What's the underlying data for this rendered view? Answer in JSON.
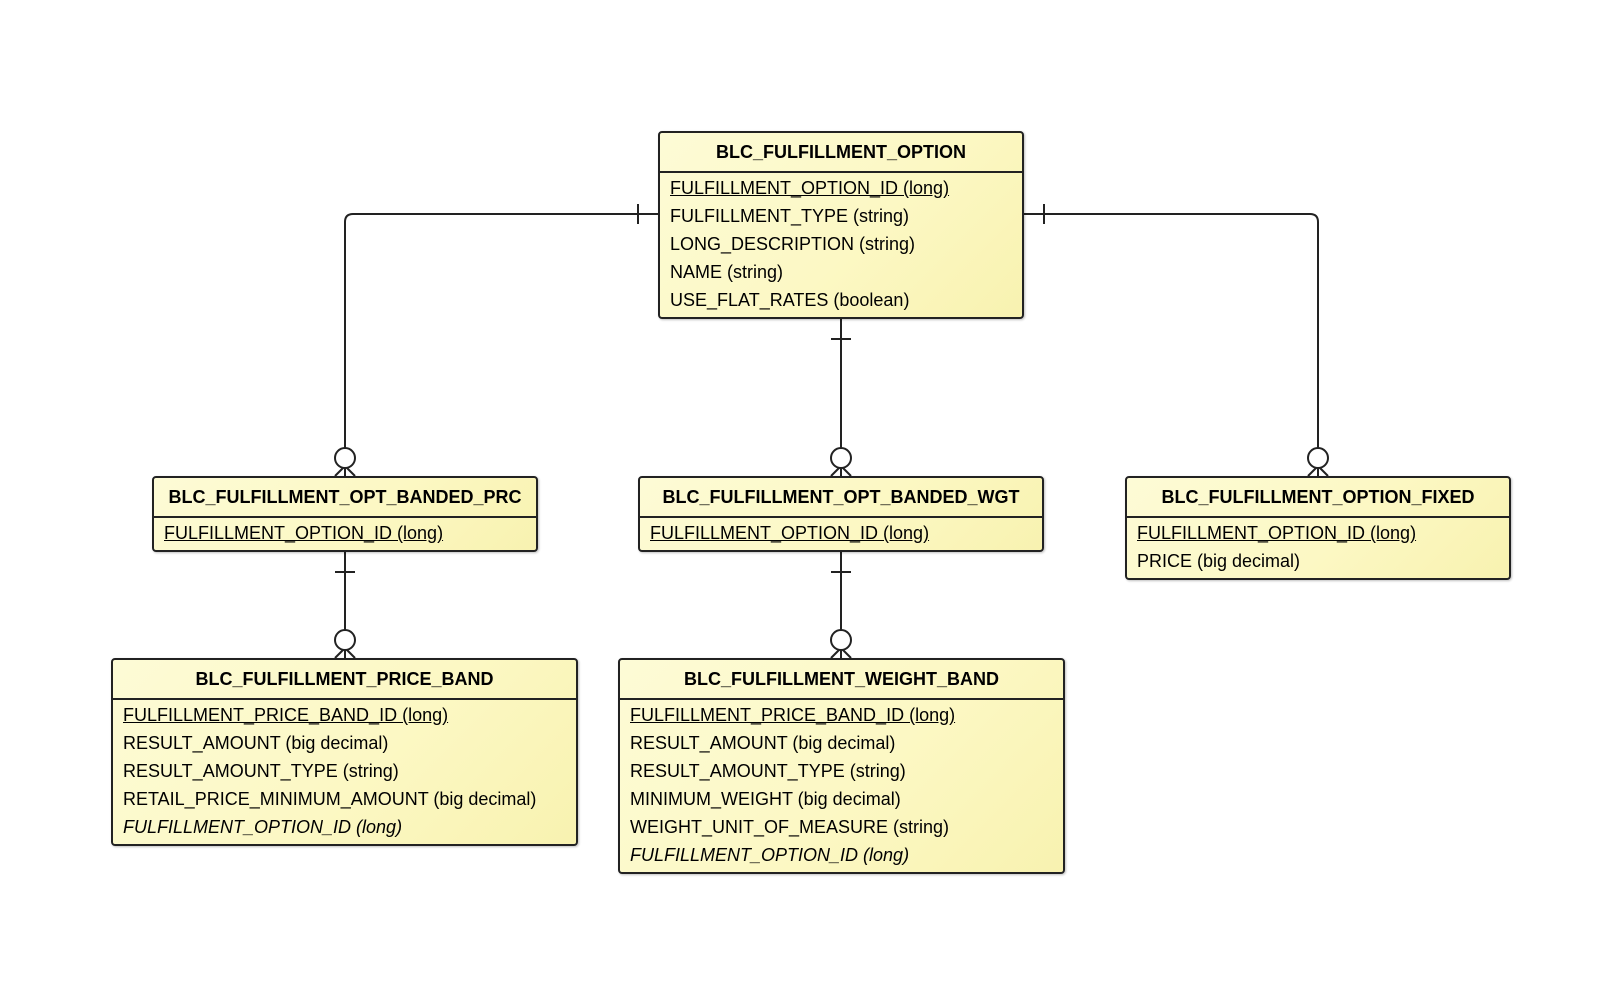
{
  "diagram": {
    "entities": [
      {
        "id": "option",
        "name": "BLC_FULFILLMENT_OPTION",
        "attributes": [
          {
            "text": "FULFILLMENT_OPTION_ID (long)",
            "kind": "pk"
          },
          {
            "text": "FULFILLMENT_TYPE (string)",
            "kind": "plain"
          },
          {
            "text": "LONG_DESCRIPTION (string)",
            "kind": "plain"
          },
          {
            "text": "NAME (string)",
            "kind": "plain"
          },
          {
            "text": "USE_FLAT_RATES (boolean)",
            "kind": "plain"
          }
        ]
      },
      {
        "id": "banded-prc",
        "name": "BLC_FULFILLMENT_OPT_BANDED_PRC",
        "attributes": [
          {
            "text": "FULFILLMENT_OPTION_ID (long)",
            "kind": "pk"
          }
        ]
      },
      {
        "id": "banded-wgt",
        "name": "BLC_FULFILLMENT_OPT_BANDED_WGT",
        "attributes": [
          {
            "text": "FULFILLMENT_OPTION_ID (long)",
            "kind": "pk"
          }
        ]
      },
      {
        "id": "option-fixed",
        "name": "BLC_FULFILLMENT_OPTION_FIXED",
        "attributes": [
          {
            "text": "FULFILLMENT_OPTION_ID (long)",
            "kind": "pk"
          },
          {
            "text": "PRICE (big decimal)",
            "kind": "plain"
          }
        ]
      },
      {
        "id": "price-band",
        "name": "BLC_FULFILLMENT_PRICE_BAND",
        "attributes": [
          {
            "text": "FULFILLMENT_PRICE_BAND_ID (long)",
            "kind": "pk"
          },
          {
            "text": "RESULT_AMOUNT (big decimal)",
            "kind": "plain"
          },
          {
            "text": "RESULT_AMOUNT_TYPE (string)",
            "kind": "plain"
          },
          {
            "text": "RETAIL_PRICE_MINIMUM_AMOUNT (big decimal)",
            "kind": "plain"
          },
          {
            "text": "FULFILLMENT_OPTION_ID (long)",
            "kind": "fk"
          }
        ]
      },
      {
        "id": "weight-band",
        "name": "BLC_FULFILLMENT_WEIGHT_BAND",
        "attributes": [
          {
            "text": "FULFILLMENT_PRICE_BAND_ID (long)",
            "kind": "pk"
          },
          {
            "text": "RESULT_AMOUNT (big decimal)",
            "kind": "plain"
          },
          {
            "text": "RESULT_AMOUNT_TYPE (string)",
            "kind": "plain"
          },
          {
            "text": "MINIMUM_WEIGHT (big decimal)",
            "kind": "plain"
          },
          {
            "text": "WEIGHT_UNIT_OF_MEASURE (string)",
            "kind": "plain"
          },
          {
            "text": "FULFILLMENT_OPTION_ID (long)",
            "kind": "fk"
          }
        ]
      }
    ],
    "relationships": [
      {
        "from": "option",
        "to": "banded-prc",
        "from_cardinality": "one",
        "to_cardinality": "zero-or-many"
      },
      {
        "from": "option",
        "to": "banded-wgt",
        "from_cardinality": "one",
        "to_cardinality": "zero-or-many"
      },
      {
        "from": "option",
        "to": "option-fixed",
        "from_cardinality": "one",
        "to_cardinality": "zero-or-many"
      },
      {
        "from": "banded-prc",
        "to": "price-band",
        "from_cardinality": "one",
        "to_cardinality": "zero-or-many"
      },
      {
        "from": "banded-wgt",
        "to": "weight-band",
        "from_cardinality": "one",
        "to_cardinality": "zero-or-many"
      }
    ],
    "colors": {
      "entity_fill": "#fcf8c4",
      "border": "#222222",
      "background": "#ffffff"
    }
  }
}
